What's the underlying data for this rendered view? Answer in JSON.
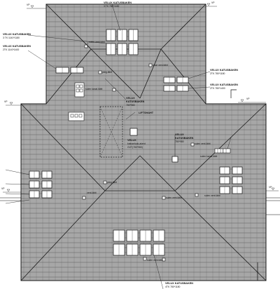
{
  "drawing": {
    "roof_color": "#a7a7a7",
    "line_color": "#1a1a1a",
    "level_markers": [
      {
        "text": "VP"
      },
      {
        "text": "VP"
      },
      {
        "text": "VP"
      },
      {
        "text": "VP"
      },
      {
        "text": "VP"
      },
      {
        "text": "VP"
      }
    ],
    "labels": {
      "top_velux_1": "VELUX KATUSBAKEN",
      "top_velux_1_sub": "3 TK 780*1180",
      "left_velux_1": "VELUX KATUSBAKEN",
      "left_velux_1_sub": "3 TK 1140*1180",
      "left_velux_2": "VELUX KATUSBAKEN",
      "left_velux_2_sub": "2TK 1140*1400",
      "vent_top": "sulen vent.läbit",
      "vent_hole": "pärg.läbit",
      "vent_center": "ukse vent.läbit",
      "right_velux_1": "VELUX KATUSBAKEN",
      "right_velux_1_sub": "2TK 780*1180",
      "right_velux_2": "VELUX KATUSBAKEN",
      "right_velux_2_sub": "2TK 780*1400",
      "vent_small": "sulen kanal.läbit",
      "center_velux": "VELUX",
      "center_velux_l2": "KATUSBAKEN",
      "center_velux_l3": "780*980",
      "lift": "LIFTSHAHT",
      "center_velux2": "VELUX",
      "center_velux2_l2": "katuseluuk-akent",
      "center_velux2_l3": "GVT(780*980)",
      "right_center_velux": "VELUX",
      "right_center_velux_l2": "KATUSBAKEN",
      "right_center_velux_l3": "780*980",
      "vent_right": "sulen vent.läbit",
      "vent_right2": "sulen kanal.läbit",
      "vent_left_mid": "vent.läbit",
      "vent_left_low": "pärg.läbit",
      "vent_bottom_mid": "sulen vent.läbit",
      "vent_bottom_right": "sulen vent.läbit",
      "vent_right_low": "sulen vent.läbit",
      "bottom_velux": "VELUX KATUSBAKEN",
      "bottom_velux_sub": "4TK 780*1180"
    }
  }
}
